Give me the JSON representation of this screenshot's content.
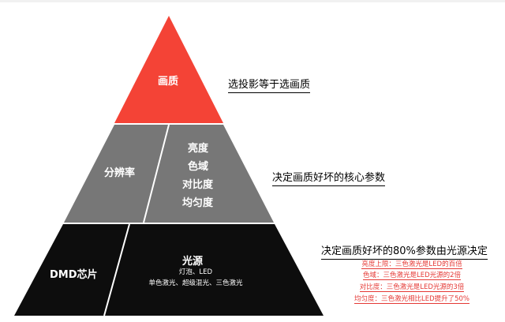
{
  "pyramid": {
    "top": {
      "label": "画质",
      "color": "#f44336"
    },
    "middle": {
      "side_label": "分辨率",
      "items": [
        "亮度",
        "色域",
        "对比度",
        "均匀度"
      ],
      "color": "#777777"
    },
    "bottom": {
      "side_label": "DMD芯片",
      "title": "光源",
      "line1": "灯泡、LED",
      "line2": "单色激光、超级混光、三色激光",
      "color": "#0d0d0d"
    }
  },
  "annotations": {
    "top": "选投影等于选画质",
    "middle": "决定画质好坏的核心参数",
    "bottom": "决定画质好坏的80%参数由光源决定",
    "details": [
      "亮度上限：三色激光是LED的百倍",
      "色域：三色激光是LED光源的2倍",
      "对比度：三色激光是LED光源的3倍",
      "均匀度：三色激光相比LED提升了50%"
    ]
  }
}
